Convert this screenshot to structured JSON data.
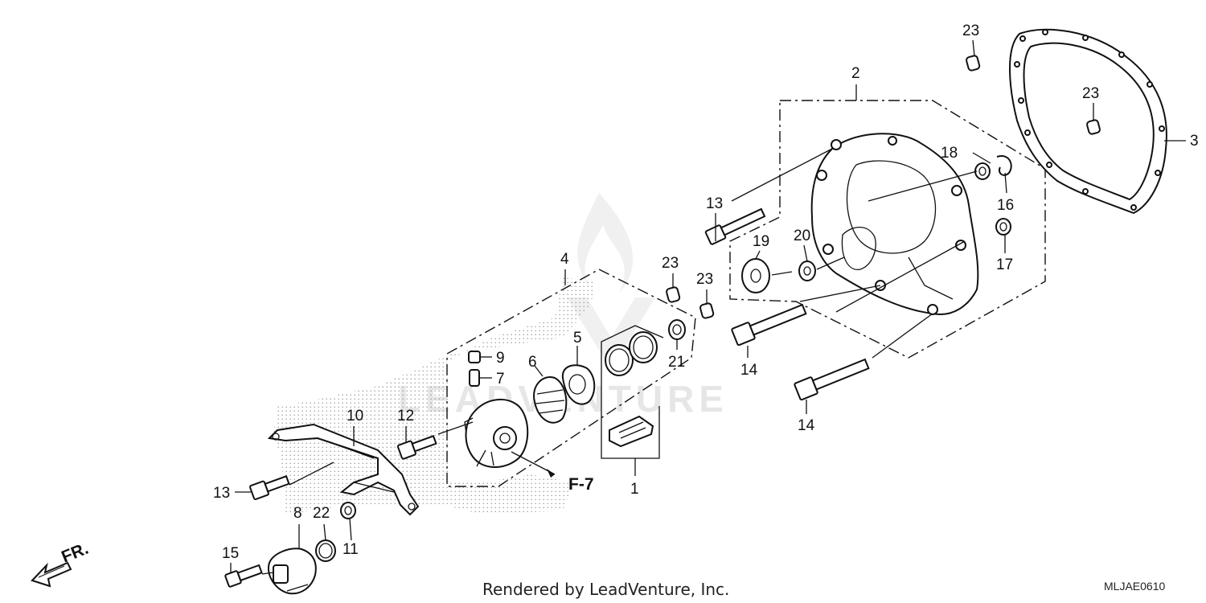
{
  "diagram": {
    "callouts": [
      {
        "id": "c1",
        "text": "1"
      },
      {
        "id": "c2",
        "text": "2"
      },
      {
        "id": "c3",
        "text": "3"
      },
      {
        "id": "c4",
        "text": "4"
      },
      {
        "id": "c5",
        "text": "5"
      },
      {
        "id": "c6",
        "text": "6"
      },
      {
        "id": "c7",
        "text": "7"
      },
      {
        "id": "c8",
        "text": "8"
      },
      {
        "id": "c9",
        "text": "9"
      },
      {
        "id": "c10",
        "text": "10"
      },
      {
        "id": "c11",
        "text": "11"
      },
      {
        "id": "c12",
        "text": "12"
      },
      {
        "id": "c13a",
        "text": "13"
      },
      {
        "id": "c13b",
        "text": "13"
      },
      {
        "id": "c14a",
        "text": "14"
      },
      {
        "id": "c14b",
        "text": "14"
      },
      {
        "id": "c15",
        "text": "15"
      },
      {
        "id": "c16",
        "text": "16"
      },
      {
        "id": "c17",
        "text": "17"
      },
      {
        "id": "c18",
        "text": "18"
      },
      {
        "id": "c19",
        "text": "19"
      },
      {
        "id": "c20",
        "text": "20"
      },
      {
        "id": "c21",
        "text": "21"
      },
      {
        "id": "c22",
        "text": "22"
      },
      {
        "id": "c23a",
        "text": "23"
      },
      {
        "id": "c23b",
        "text": "23"
      },
      {
        "id": "c23c",
        "text": "23"
      },
      {
        "id": "c23d",
        "text": "23"
      }
    ],
    "reference_label": "F-7",
    "direction_label": "FR.",
    "watermark_text": "LEADVENTURE",
    "footer_credit": "Rendered by LeadVenture, Inc.",
    "diagram_code": "MLJAE0610"
  }
}
